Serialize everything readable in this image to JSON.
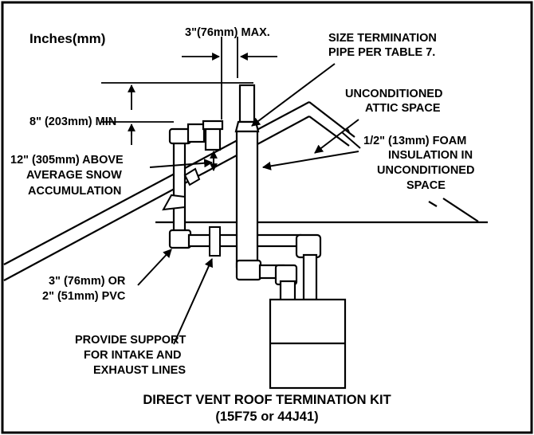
{
  "units_label": "Inches(mm)",
  "labels": {
    "max_width": "3\"(76mm) MAX.",
    "size_term_1": "SIZE TERMINATION",
    "size_term_2": "PIPE PER TABLE 7.",
    "attic_1": "UNCONDITIONED",
    "attic_2": "ATTIC SPACE",
    "foam_1": "1/2\" (13mm) FOAM",
    "foam_2": "INSULATION IN",
    "foam_3": "UNCONDITIONED",
    "foam_4": "SPACE",
    "min_height": "8\" (203mm) MIN",
    "snow_1": "12\" (305mm) ABOVE",
    "snow_2": "AVERAGE SNOW",
    "snow_3": "ACCUMULATION",
    "pvc_1": "3\" (76mm) OR",
    "pvc_2": "2\" (51mm) PVC",
    "support_1": "PROVIDE SUPPORT",
    "support_2": "FOR INTAKE AND",
    "support_3": "EXHAUST LINES"
  },
  "title": {
    "line1": "DIRECT VENT ROOF TERMINATION KIT",
    "line2": "(15F75 or 44J41)"
  }
}
